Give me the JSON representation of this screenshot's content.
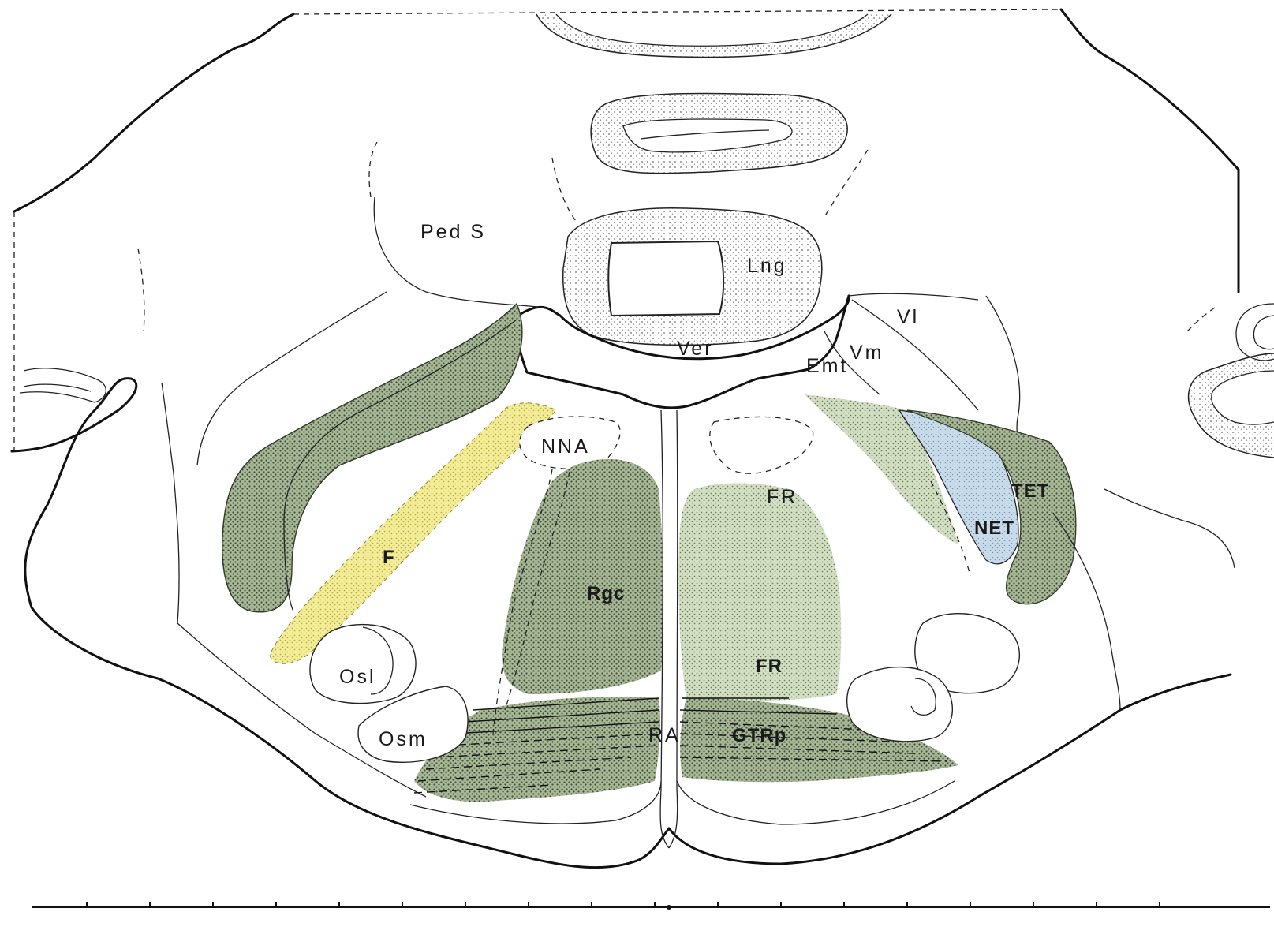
{
  "diagram": {
    "labels": {
      "ped_s": "Ped S",
      "lng": "Lng",
      "ver": "Ver",
      "vl": "Vl",
      "vm": "Vm",
      "emt": "Emt",
      "nna": "NNA",
      "fr_upper": "FR",
      "fr_lower": "FR",
      "tet": "TET",
      "net": "NET",
      "f": "F",
      "rgc": "Rgc",
      "osl": "Osl",
      "osm": "Osm",
      "ra": "RA",
      "gtrp": "GTRp"
    },
    "colors": {
      "dark_green_stipple": "#9fb08f",
      "light_green_stipple": "#c6d6b4",
      "yellow_stipple": "#f1ea8a",
      "blue_stipple": "#b9d2e6",
      "gray_stipple": "#8a8a8a"
    }
  }
}
